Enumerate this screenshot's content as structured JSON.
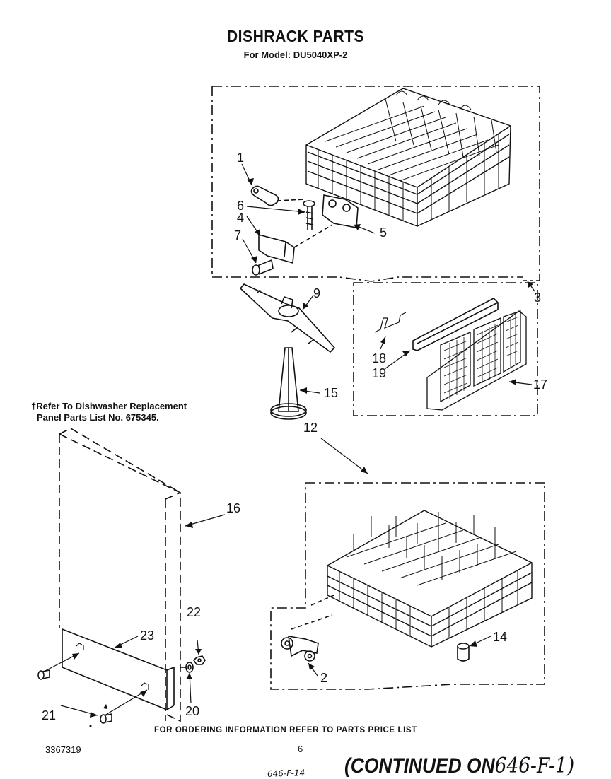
{
  "header": {
    "title": "DISHRACK PARTS",
    "subtitle": "For Model: DU5040XP-2"
  },
  "note": {
    "line1": "†Refer To Dishwasher Replacement",
    "line2": "Panel Parts List No. 675345."
  },
  "part_labels": {
    "p1": "1",
    "p2": "2",
    "p3": "3",
    "p4": "4",
    "p5": "5",
    "p6": "6",
    "p7": "7",
    "p9": "9",
    "p12": "12",
    "p14": "14",
    "p15": "15",
    "p16": "16",
    "p17": "17",
    "p18": "18",
    "p19": "19",
    "p20": "20",
    "p21": "21",
    "p22": "22",
    "p23": "23"
  },
  "footer": {
    "ordering": "FOR ORDERING INFORMATION REFER TO PARTS PRICE LIST",
    "doc_number": "3367319",
    "page_number": "6",
    "handwritten": "646-F-14",
    "continued_prefix": "(CONTINUED ON",
    "continued_ref": "646-F-1)"
  }
}
